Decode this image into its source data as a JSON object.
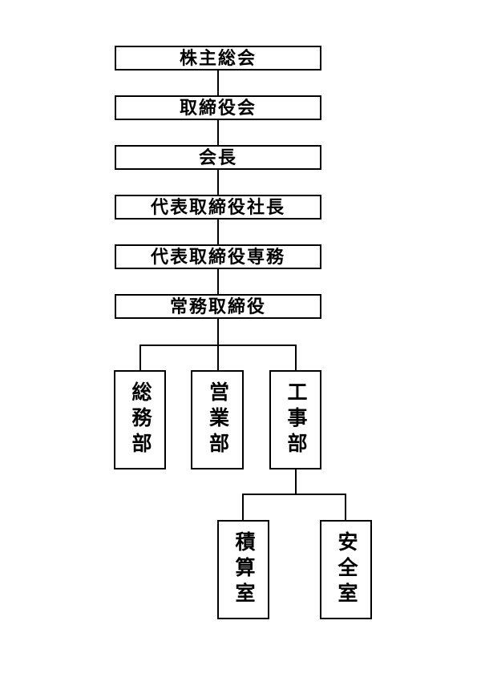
{
  "org": {
    "title": "organization-chart",
    "chain": [
      {
        "label": "株主総会"
      },
      {
        "label": "取締役会"
      },
      {
        "label": "会長"
      },
      {
        "label": "代表取締役社長"
      },
      {
        "label": "代表取締役専務"
      },
      {
        "label": "常務取締役"
      }
    ],
    "departments": [
      {
        "label": "総務部"
      },
      {
        "label": "営業部"
      },
      {
        "label": "工事部"
      }
    ],
    "construction_subunits": [
      {
        "label": "積算室"
      },
      {
        "label": "安全室"
      }
    ],
    "colors": {
      "line": "#000000",
      "box_border": "#000000",
      "background": "#ffffff",
      "text": "#000000"
    }
  }
}
